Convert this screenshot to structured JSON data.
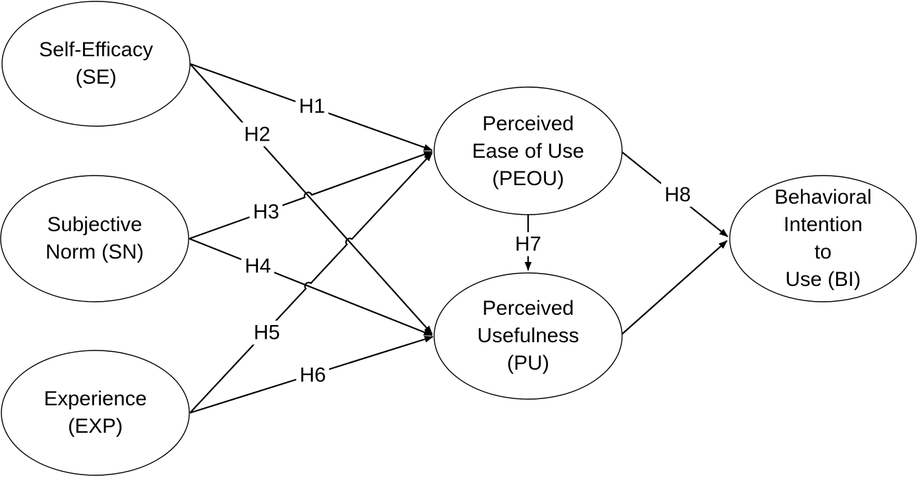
{
  "diagram": {
    "background": "#ffffff",
    "line_color": "#000000",
    "text_color": "#000000"
  },
  "nodes": {
    "se": {
      "label": "Self-Efficacy\n(SE)"
    },
    "sn": {
      "label": "Subjective\nNorm (SN)"
    },
    "exp": {
      "label": "Experience\n(EXP)"
    },
    "peou": {
      "label": "Perceived\nEase of Use\n(PEOU)"
    },
    "pu": {
      "label": "Perceived\nUsefulness\n(PU)"
    },
    "bi": {
      "label": "Behavioral\nIntention to\nUse (BI)"
    }
  },
  "edges": {
    "h1": {
      "label": "H1",
      "from": "se",
      "to": "peou"
    },
    "h2": {
      "label": "H2",
      "from": "se",
      "to": "pu"
    },
    "h3": {
      "label": "H3",
      "from": "sn",
      "to": "peou"
    },
    "h4": {
      "label": "H4",
      "from": "sn",
      "to": "pu"
    },
    "h5": {
      "label": "H5",
      "from": "exp",
      "to": "peou"
    },
    "h6": {
      "label": "H6",
      "from": "exp",
      "to": "pu"
    },
    "h7": {
      "label": "H7",
      "from": "peou",
      "to": "pu"
    },
    "h8": {
      "label": "H8",
      "from": "peou",
      "to": "bi"
    },
    "pu_bi": {
      "label": "",
      "from": "pu",
      "to": "bi"
    }
  }
}
